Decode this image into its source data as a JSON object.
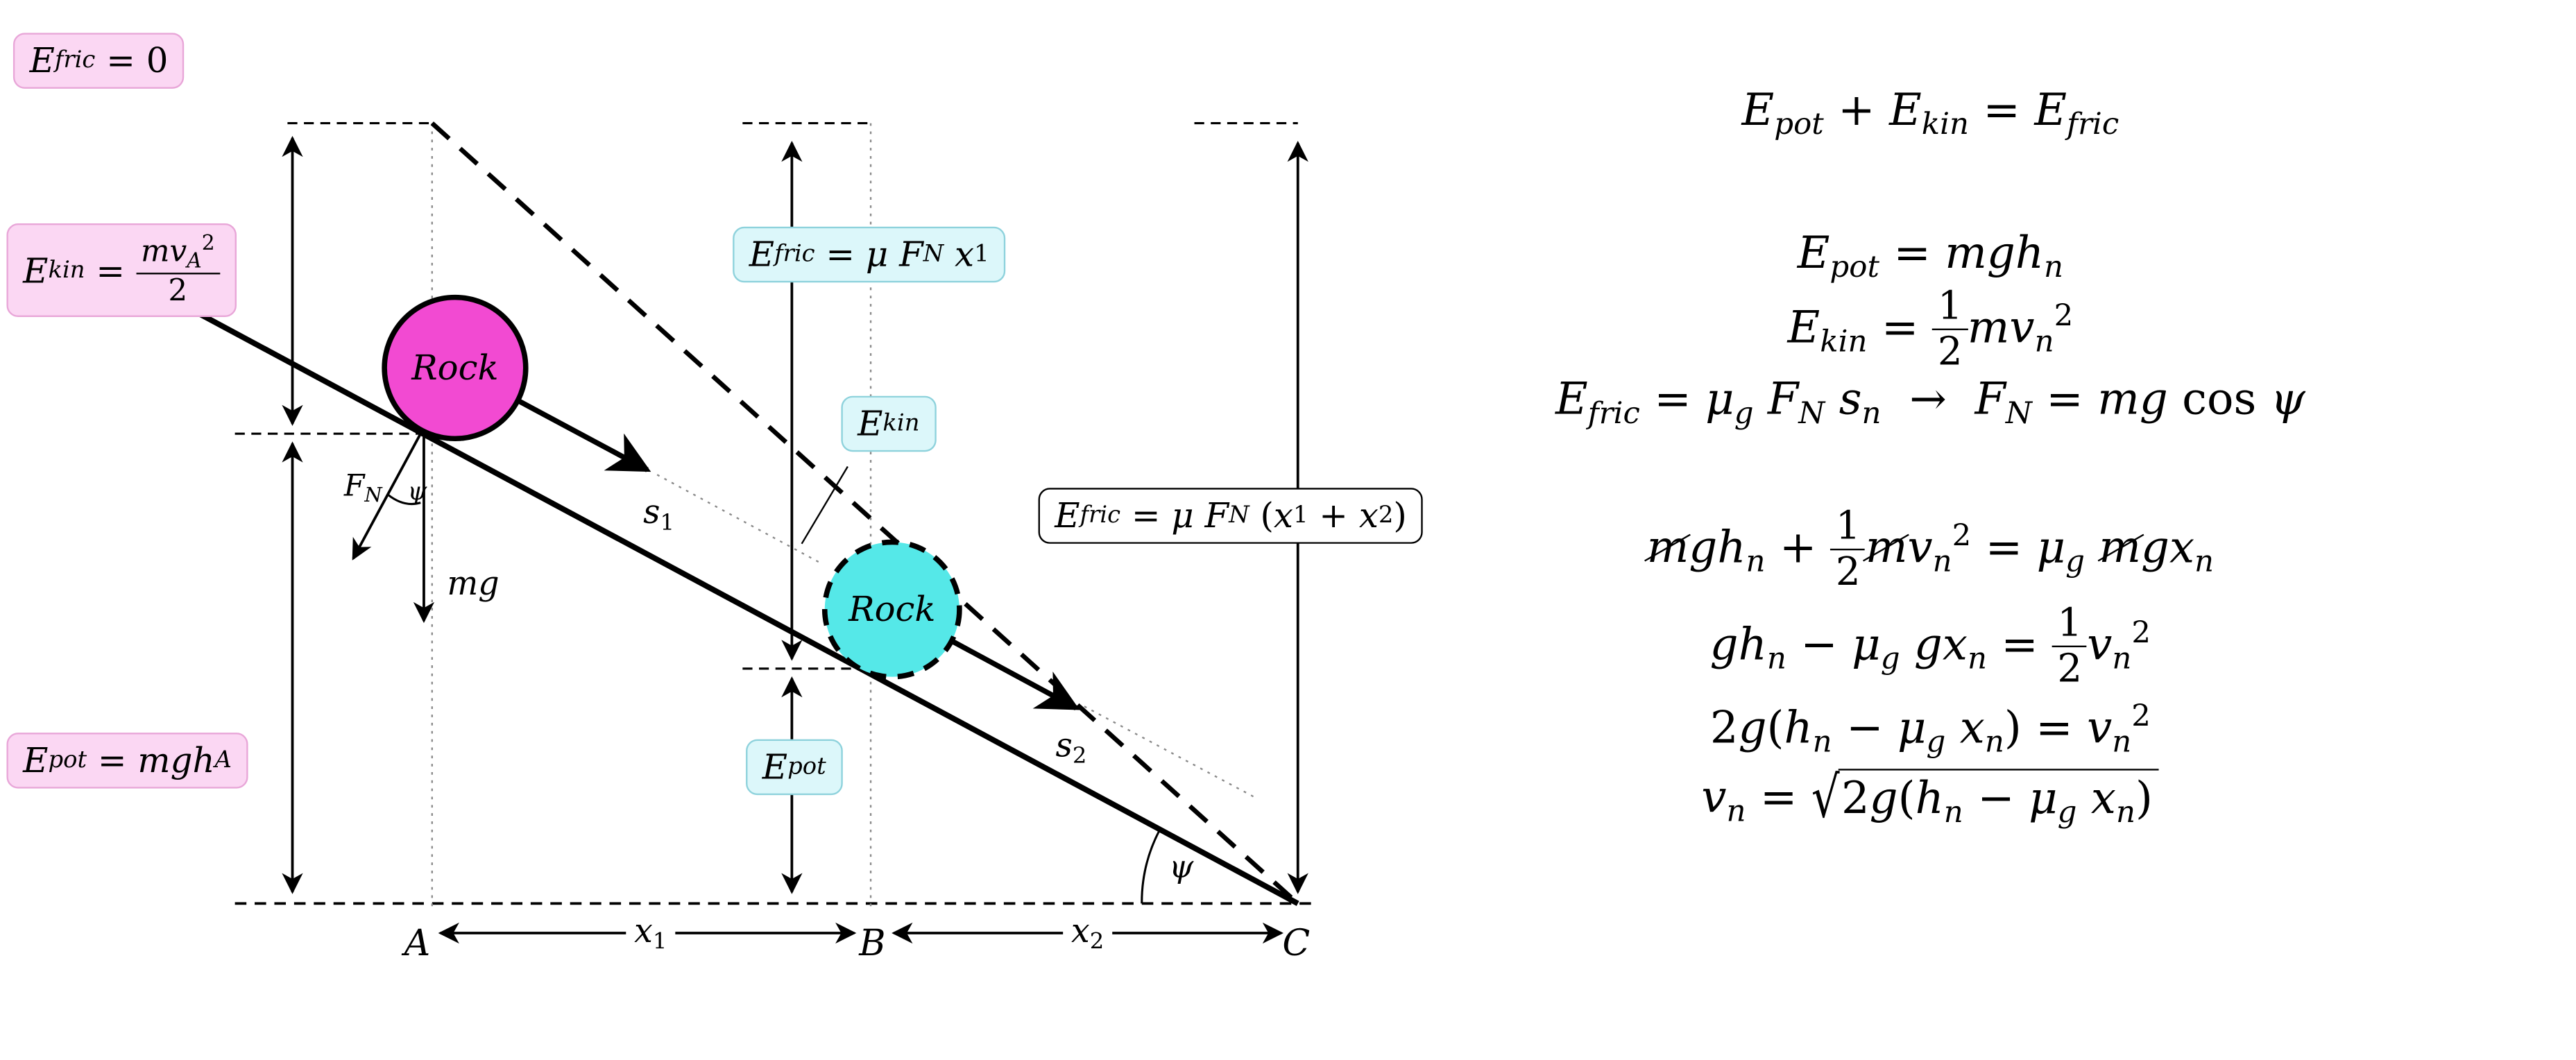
{
  "colors": {
    "rock-start-fill": "#f24ad2",
    "rock-moving-fill": "#55e8e8",
    "pink-box-fill": "#fbd7f3",
    "pink-box-border": "#e8a6d8",
    "cyan-box-fill": "#dcf7fa",
    "cyan-box-border": "#8ed2dc",
    "ink": "#000000"
  },
  "diagram": {
    "boxes": {
      "fric_top": "E_{fric} = 0",
      "kin_left": "E_{kin} = \\frac{mv_A^2}{2}",
      "pot_left": "E_{pot} = mgh_A",
      "fric_mid": "E_{fric} = \\mu F_N x_1",
      "kin_mid": "E_{kin}",
      "pot_mid": "E_{pot}",
      "fric_right": "E_{fric} = \\mu F_N (x_1 + x_2)"
    },
    "labels": {
      "rock": "Rock",
      "normal_force": "F_N",
      "weight": "mg",
      "angle_contact": "\\psi",
      "angle_base": "\\psi",
      "s1": "s_1",
      "s2": "s_2",
      "x1": "x_1",
      "x2": "x_2",
      "A": "A",
      "B": "B",
      "C": "C"
    }
  },
  "equations": {
    "lines": [
      "E_{pot} + E_{kin} = E_{fric}",
      "E_{pot} = mgh_n",
      "E_{kin} = \\frac{1}{2}mv_n^2",
      "E_{fric} = \\mu_g F_N s_n \\rightarrow F_N = mg \\cos \\psi",
      "\\cancel{m}gh_n + \\frac{1}{2}\\cancel{m}v_n^2 = \\mu_g \\cancel{m}gx_n",
      "gh_n - \\mu_g gx_n = \\frac{1}{2}v_n^2",
      "2g(h_n - \\mu_g x_n) = v_n^2",
      "v_n = \\sqrt{2g(h_n - \\mu_g x_n)}"
    ]
  }
}
